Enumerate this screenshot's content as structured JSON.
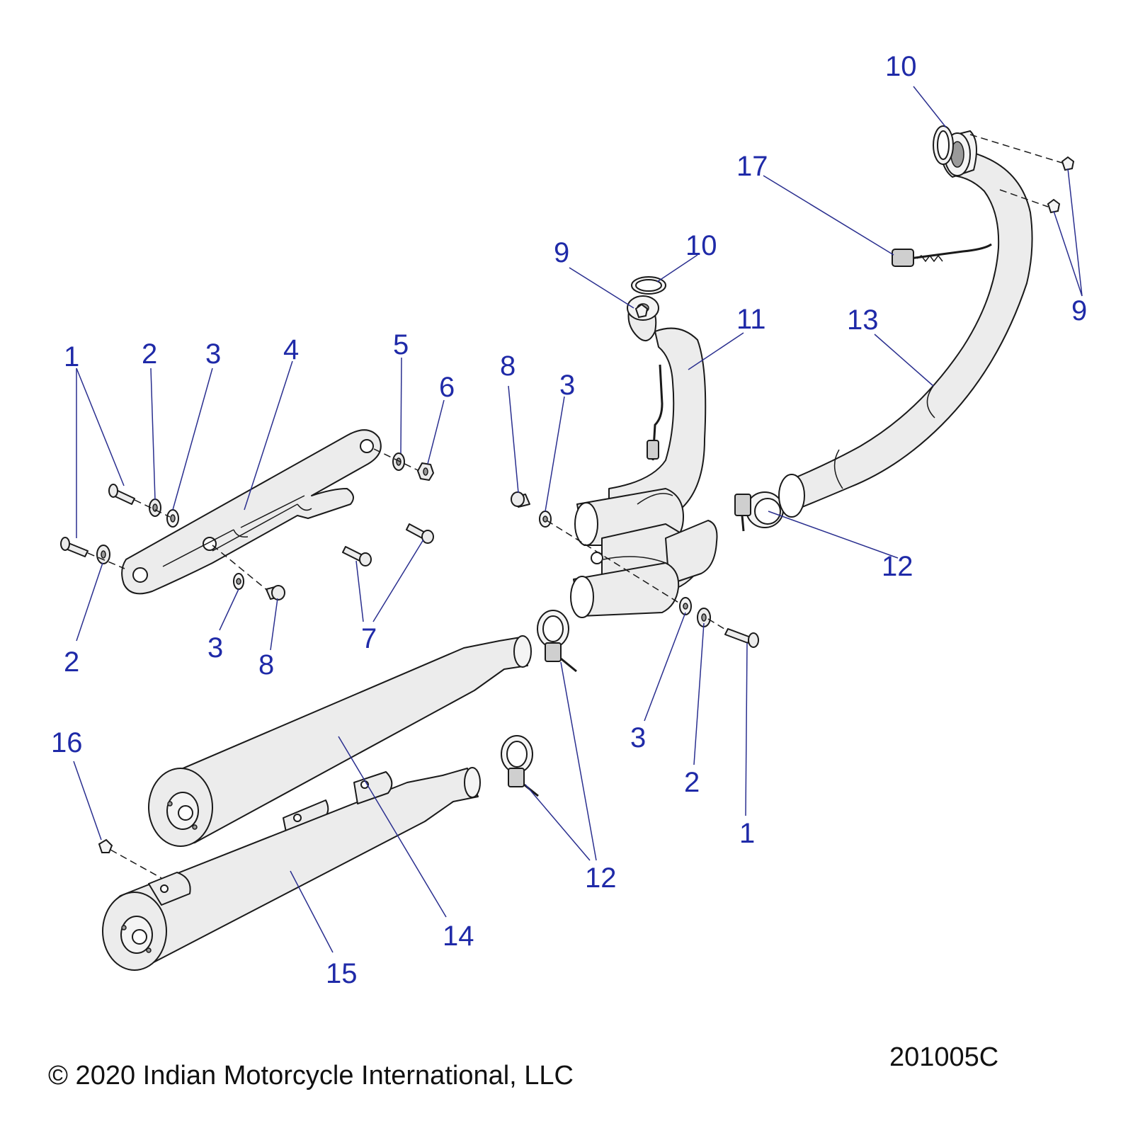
{
  "callouts": {
    "c1a": "1",
    "c1b": "1",
    "c2a": "2",
    "c2b": "2",
    "c2c": "2",
    "c3a": "3",
    "c3b": "3",
    "c3c": "3",
    "c3d": "3",
    "c4": "4",
    "c5": "5",
    "c6": "6",
    "c7": "7",
    "c8a": "8",
    "c8b": "8",
    "c9a": "9",
    "c9b": "9",
    "c10a": "10",
    "c10b": "10",
    "c11": "11",
    "c12a": "12",
    "c12b": "12",
    "c13": "13",
    "c14": "14",
    "c15": "15",
    "c16": "16",
    "c17": "17"
  },
  "footer": {
    "copyright": "© 2020 Indian Motorcycle International, LLC",
    "drawing_number": "201005C"
  },
  "colors": {
    "callout_text": "#1f2aa8",
    "leader_line": "#2a2f8f",
    "part_fill": "#ececec",
    "outline": "#1a1a1a"
  }
}
